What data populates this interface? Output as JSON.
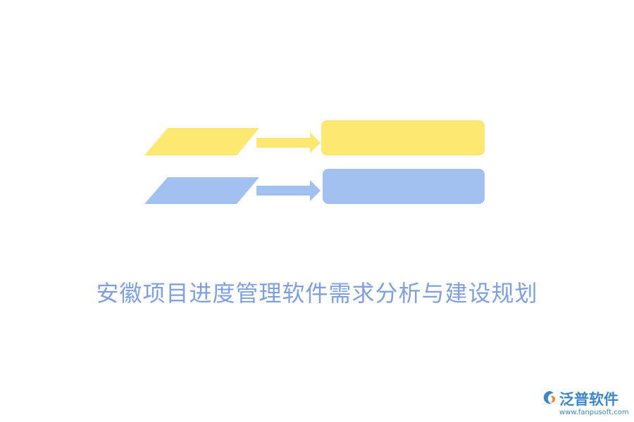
{
  "caption": "安徽项目进度管理软件需求分析与建设规划",
  "logo": {
    "name": "泛普软件",
    "url": "www.fanpusoft.com"
  },
  "colors": {
    "yellow": "#fde872",
    "blue": "#a3c1f0",
    "caption": "#7fa0e0",
    "logo": "#3d86c9"
  },
  "icons": [
    "logo-mark-icon"
  ]
}
